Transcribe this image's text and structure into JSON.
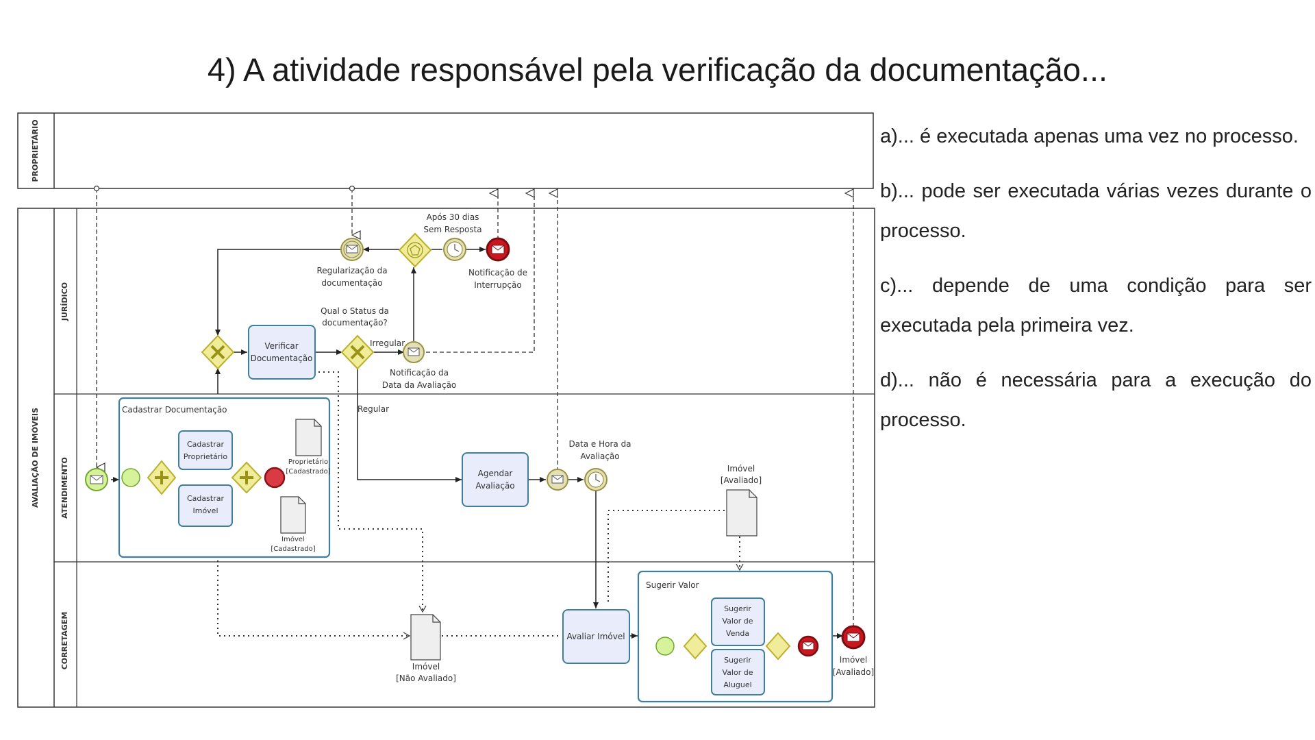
{
  "title": "4) A atividade responsável pela verificação da documentação...",
  "options": [
    "a)... é executada apenas uma vez no processo.",
    "b)... pode ser executada várias vezes durante o processo.",
    "c)... depende de uma condição para ser executada pela primeira vez.",
    "d)... não é necessária para a execução do processo."
  ],
  "pools": {
    "proprietario": "PROPRIETÁRIO",
    "avaliacao": "AVALIAÇÃO DE IMÓVEIS"
  },
  "lanes": {
    "juridico": "JURÍDICO",
    "atendimento": "ATENDIMENTO",
    "corretagem": "CORRETAGEM"
  },
  "tasks": {
    "verificar": [
      "Verificar",
      "Documentação"
    ],
    "agendar": [
      "Agendar",
      "Avaliação"
    ],
    "avaliar": [
      "Avaliar Imóvel"
    ],
    "cad_prop": [
      "Cadastrar",
      "Proprietário"
    ],
    "cad_imovel": [
      "Cadastrar",
      "Imóvel"
    ],
    "sug_venda": [
      "Sugerir",
      "Valor de",
      "Venda"
    ],
    "sug_aluguel": [
      "Sugerir",
      "Valor de",
      "Aluguel"
    ]
  },
  "subprocesses": {
    "cadastrar": "Cadastrar Documentação",
    "sugerir": "Sugerir Valor"
  },
  "events": {
    "regularizacao": [
      "Regularização da",
      "documentação"
    ],
    "apos30": [
      "Após 30 dias",
      "Sem Resposta"
    ],
    "interrupcao": [
      "Notificação de",
      "Interrupção"
    ],
    "notif_data": [
      "Notificação da",
      "Data da Avaliação"
    ],
    "data_hora": [
      "Data e Hora da",
      "Avaliação"
    ],
    "imovel_avaliado_end": [
      "Imóvel",
      "[Avaliado]"
    ]
  },
  "gateway_labels": {
    "status": [
      "Qual o Status da",
      "documentação?"
    ],
    "irregular": "Irregular",
    "regular": "Regular"
  },
  "data_objects": {
    "prop_cad": [
      "Proprietário",
      "[Cadastrado]"
    ],
    "imovel_cad": [
      "Imóvel",
      "[Cadastrado]"
    ],
    "imovel_avaliado": [
      "Imóvel",
      "[Avaliado]"
    ],
    "imovel_nao_avaliado": [
      "Imóvel",
      "[Não Avaliado]"
    ]
  },
  "colors": {
    "task_fill": "#e8ecfb",
    "task_stroke": "#3f7f99",
    "gateway_fill": "#f0ec9a",
    "gateway_stroke": "#b9b12a",
    "start_fill": "#d6f29a",
    "end_fill": "#c9161f"
  }
}
